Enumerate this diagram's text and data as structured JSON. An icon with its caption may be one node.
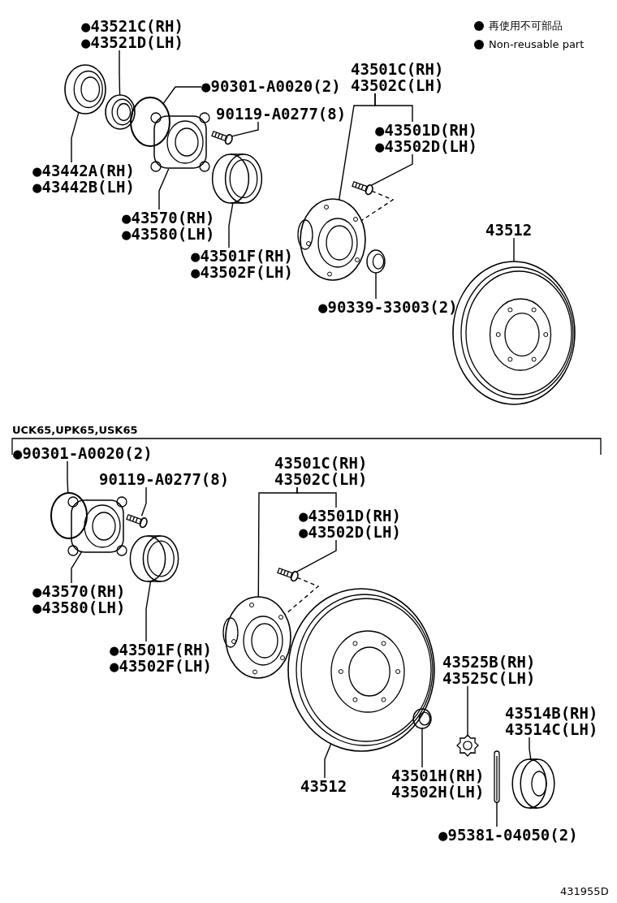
{
  "diagram": {
    "nodes": [
      {
        "text": [
          "●43521C(RH) ●43521D(LH)"
        ]
      },
      {
        "text": [],
        "shape": "picture"
      },
      {
        "text": [
          "●43442A(RH) ●43442B(LH)"
        ]
      },
      {
        "text": [],
        "shape": "picture"
      },
      {
        "text": [
          "●90301-A0020(2)"
        ]
      },
      {
        "text": [],
        "shape": "picture"
      },
      {
        "text": [
          "90119-A0277(8)"
        ]
      },
      {
        "text": [],
        "shape": "picture"
      },
      {
        "text": [
          "●43570(RH) ●43580(LH)"
        ]
      },
      {
        "text": [],
        "shape": "picture"
      },
      {
        "text": [
          "●43501F(RH) ●43502F(LH)"
        ]
      },
      {
        "text": [],
        "shape": "picture"
      },
      {
        "text": [
          "43501C(RH) 43502C(LH)"
        ]
      },
      {
        "text": [],
        "shape": "picture"
      },
      {
        "text": [
          "●43501D(RH) ●43502D(LH)"
        ]
      },
      {
        "text": [],
        "shape": "picture"
      },
      {
        "text": [
          "●90339-33003(2)"
        ]
      },
      {
        "text": [],
        "shape": "picture"
      },
      {
        "text": [
          "43512"
        ]
      },
      {
        "text": [],
        "shape": "picture"
      },
      {
        "text": [
          "●90301-A0020(2)"
        ]
      },
      {
        "text": [],
        "shape": "picture"
      },
      {
        "text": [
          "90119-A0277(8)"
        ]
      },
      {
        "text": [],
        "shape": "picture"
      },
      {
        "text": [
          "●43570(RH) ●43580(LH)"
        ]
      },
      {
        "text": [],
        "shape": "picture"
      },
      {
        "text": [
          "●43501F(RH) ●43502F(LH)"
        ]
      },
      {
        "text": [],
        "shape": "picture"
      },
      {
        "text": [
          "43501C(RH) 43502C(LH)"
        ]
      },
      {
        "text": [],
        "shape": "picture"
      },
      {
        "text": [
          "●43501D(RH) ●43502D(LH)"
        ]
      },
      {
        "text": [],
        "shape": "picture"
      },
      {
        "text": [],
        "shape": "picture"
      },
      {
        "text": [
          "43512"
        ]
      },
      {
        "text": [],
        "shape": "picture"
      },
      {
        "text": [
          "43501H(RH) 43502H(LH)"
        ]
      },
      {
        "text": [
          "43525B(RH) 43525C(LH)"
        ]
      },
      {
        "text": [],
        "shape": "picture"
      },
      {
        "text": [
          "43514B(RH) 43514C(LH)"
        ]
      },
      {
        "text": [],
        "shape": "picture"
      },
      {
        "text": [],
        "shape": "picture"
      },
      {
        "text": [
          "●95381-04050(2)"
        ]
      }
    ],
    "edges": [
      {
        "from": 0,
        "to": 1,
        "arrow": "none"
      },
      {
        "from": 2,
        "to": 3,
        "arrow": "none"
      },
      {
        "from": 4,
        "to": 5,
        "arrow": "none"
      },
      {
        "from": 6,
        "to": 7,
        "arrow": "none"
      },
      {
        "from": 8,
        "to": 9,
        "arrow": "none"
      },
      {
        "from": 10,
        "to": 11,
        "arrow": "none"
      },
      {
        "from": 12,
        "to": 13,
        "arrow": "none"
      },
      {
        "from": 12,
        "to": 14,
        "arrow": "none"
      },
      {
        "from": 14,
        "to": 15,
        "arrow": "none"
      },
      {
        "from": 15,
        "to": 13,
        "arrow": "none",
        "style": "dashed"
      },
      {
        "from": 16,
        "to": 17,
        "arrow": "none"
      },
      {
        "from": 18,
        "to": 19,
        "arrow": "none"
      },
      {
        "from": 20,
        "to": 21,
        "arrow": "none"
      },
      {
        "from": 22,
        "to": 23,
        "arrow": "none"
      },
      {
        "from": 24,
        "to": 25,
        "arrow": "none"
      },
      {
        "from": 26,
        "to": 27,
        "arrow": "none"
      },
      {
        "from": 28,
        "to": 29,
        "arrow": "none"
      },
      {
        "from": 28,
        "to": 30,
        "arrow": "none"
      },
      {
        "from": 30,
        "to": 31,
        "arrow": "none"
      },
      {
        "from": 31,
        "to": 29,
        "arrow": "none",
        "style": "dashed"
      },
      {
        "from": 33,
        "to": 32,
        "arrow": "none"
      },
      {
        "from": 35,
        "to": 34,
        "arrow": "none"
      },
      {
        "from": 36,
        "to": 37,
        "arrow": "none"
      },
      {
        "from": 38,
        "to": 39,
        "arrow": "none"
      },
      {
        "from": 41,
        "to": 40,
        "arrow": "none"
      }
    ],
    "labels": [
      "UCK65,UPK65,USK65",
      "431955D"
    ],
    "legend": [
      {
        "text": "再使用不可部品"
      },
      {
        "text": "Non-reusable part"
      }
    ]
  }
}
